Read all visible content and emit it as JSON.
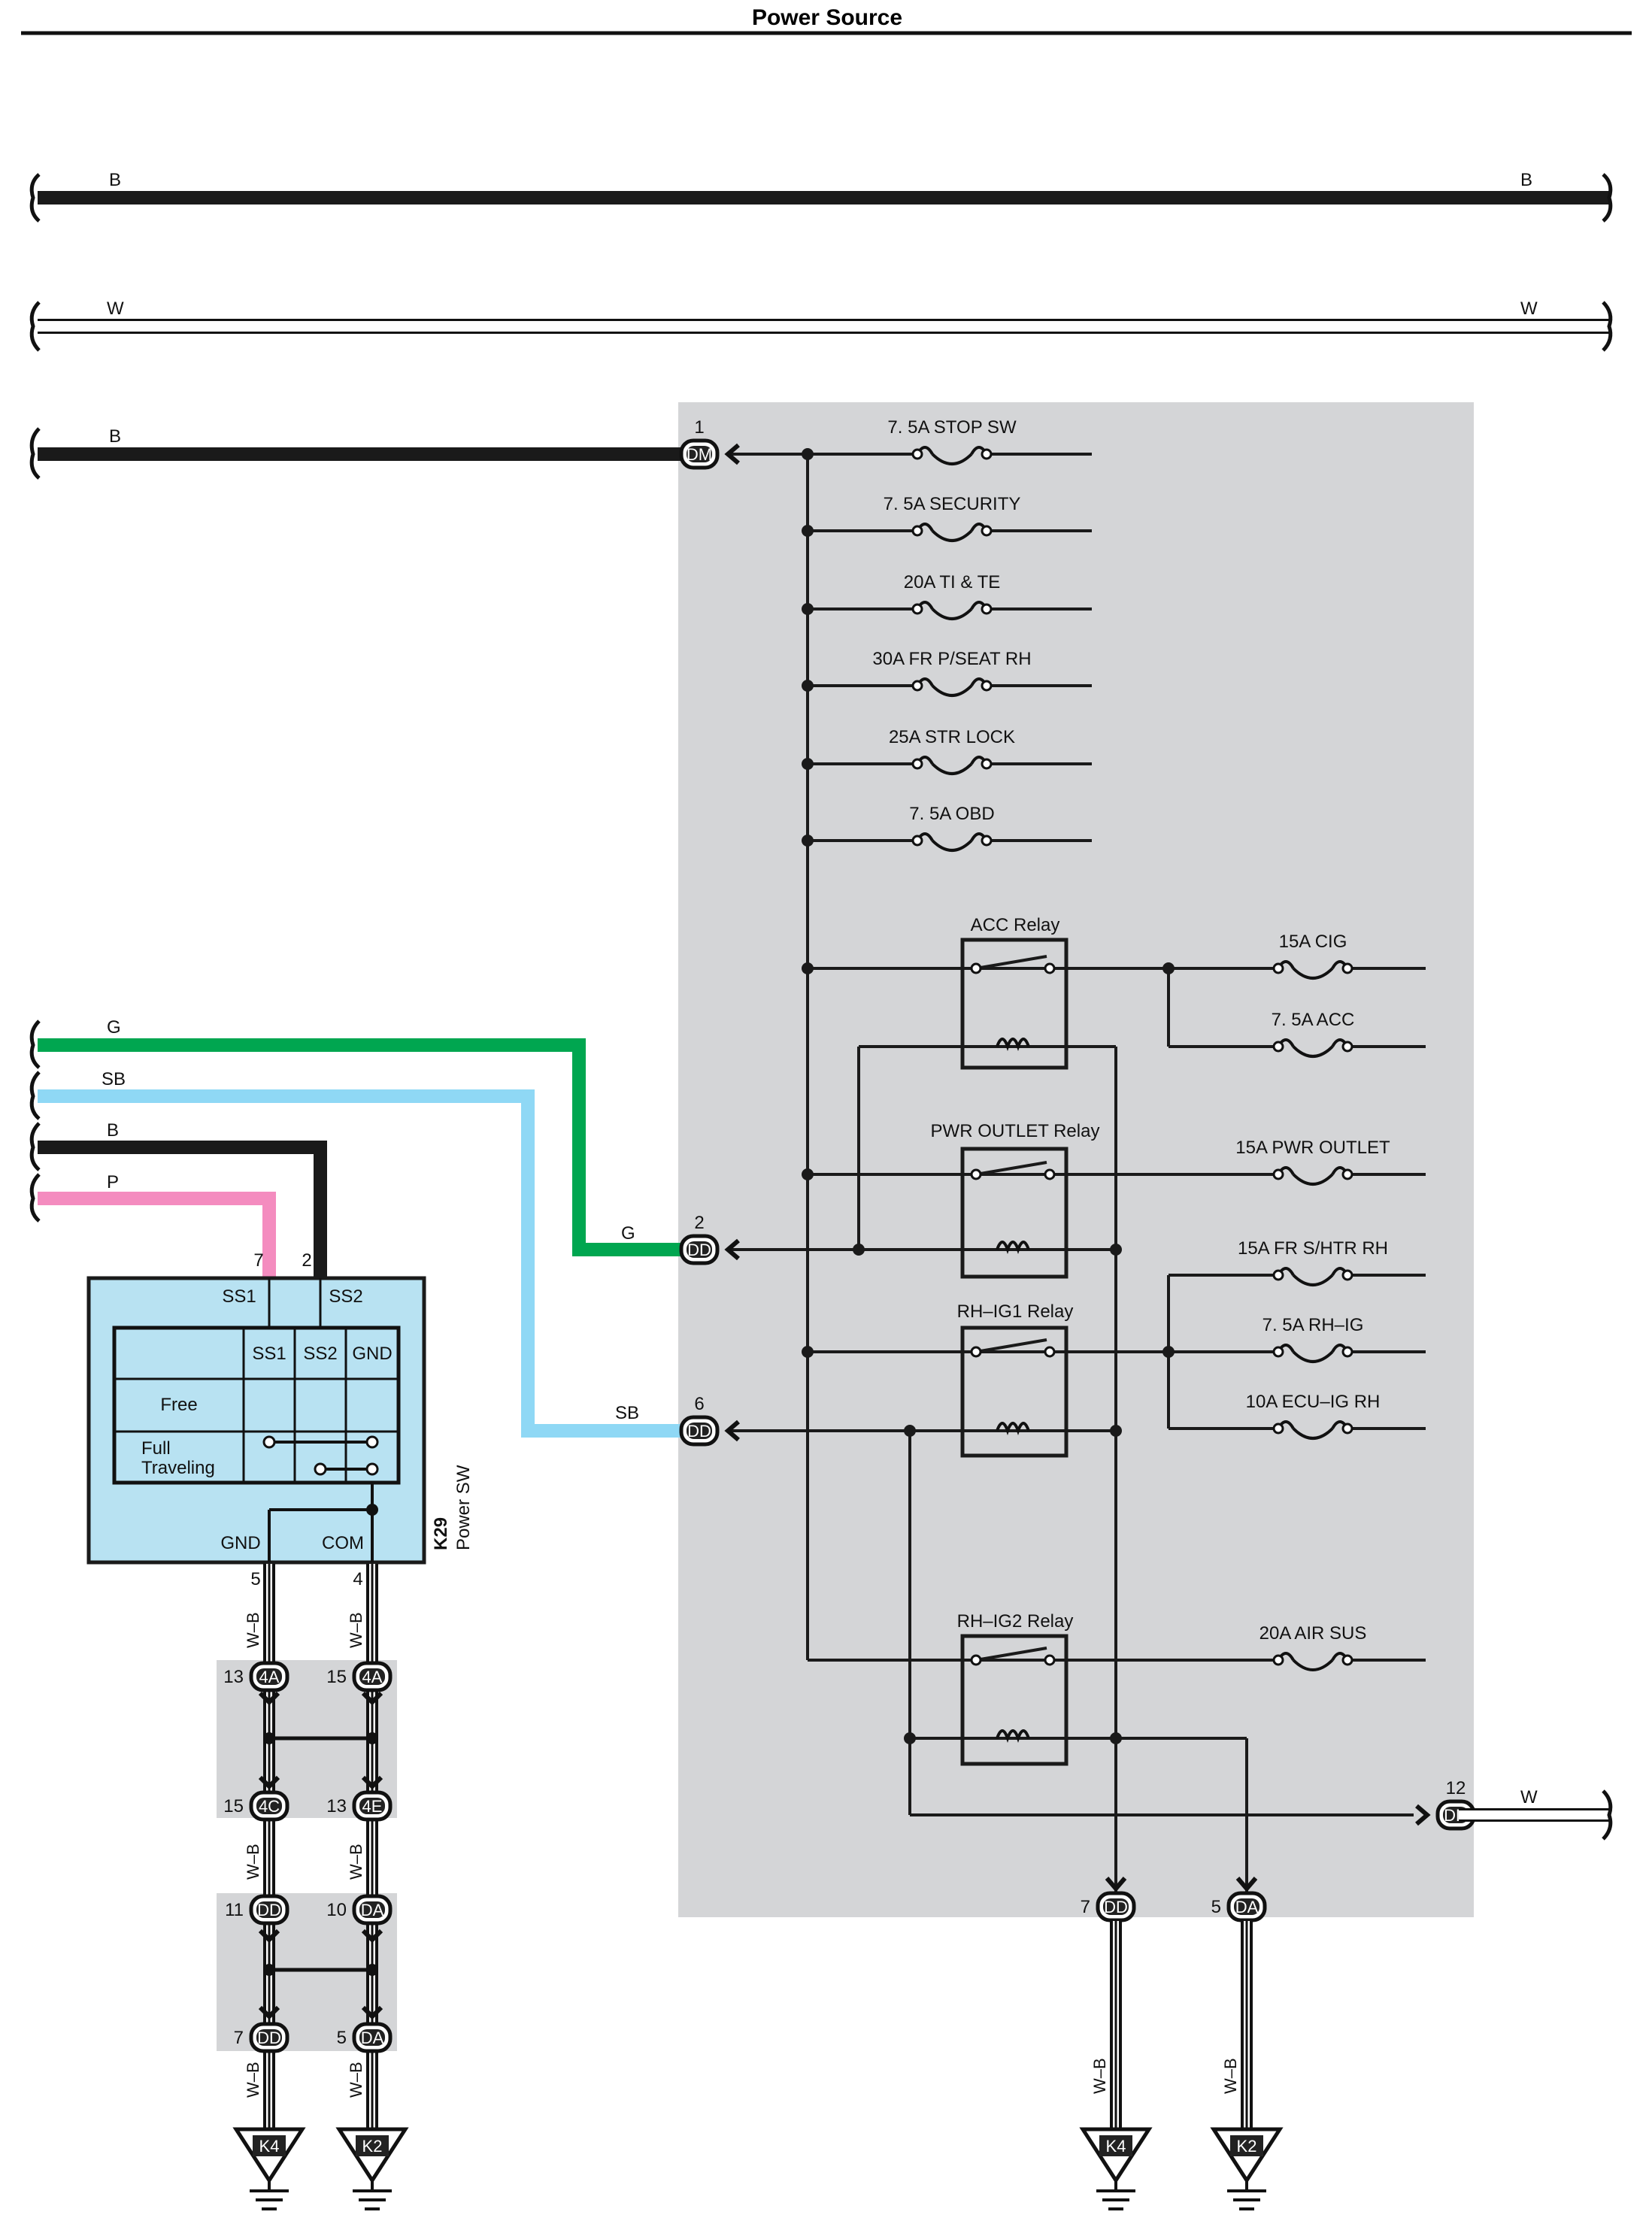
{
  "title": "Power Source",
  "colors": {
    "black": "#1a1a1a",
    "white_wire": "#ffffff",
    "green": "#00a650",
    "sky_blue": "#8fd8f5",
    "pink": "#f48cbf",
    "junction_block": "#d4d5d7",
    "switch_fill": "#b8e2f2"
  },
  "bus_wires": [
    {
      "left_label": "B",
      "right_label": "B"
    },
    {
      "left_label": "W",
      "right_label": "W"
    }
  ],
  "input_wires": {
    "b_main": "B",
    "g": "G",
    "sb": "SB",
    "b_switch": "B",
    "p": "P"
  },
  "connectors": {
    "dm1": {
      "code": "DM",
      "pin": "1"
    },
    "dd2": {
      "code": "DD",
      "pin": "2",
      "wire": "G"
    },
    "dd6": {
      "code": "DD",
      "pin": "6",
      "wire": "SB"
    },
    "dd12": {
      "code": "DD",
      "pin": "12",
      "wire": "W"
    },
    "dd7_bottom": {
      "code": "DD",
      "pin": "7"
    },
    "da5_bottom": {
      "code": "DA",
      "pin": "5"
    }
  },
  "fuses": [
    {
      "label": "7. 5A STOP SW"
    },
    {
      "label": "7. 5A SECURITY"
    },
    {
      "label": "20A TI & TE"
    },
    {
      "label": "30A FR P/SEAT RH"
    },
    {
      "label": "25A STR LOCK"
    },
    {
      "label": "7. 5A OBD"
    },
    {
      "label": "15A CIG"
    },
    {
      "label": "7. 5A ACC"
    },
    {
      "label": "15A PWR OUTLET"
    },
    {
      "label": "15A FR S/HTR RH"
    },
    {
      "label": "7. 5A RH–IG"
    },
    {
      "label": "10A ECU–IG RH"
    },
    {
      "label": "20A AIR SUS"
    }
  ],
  "relays": [
    {
      "label": "ACC Relay"
    },
    {
      "label": "PWR OUTLET Relay"
    },
    {
      "label": "RH–IG1 Relay"
    },
    {
      "label": "RH–IG2 Relay"
    }
  ],
  "power_switch": {
    "id": "K29",
    "name": "Power SW",
    "pin_ss1": "7",
    "pin_ss2": "2",
    "top_ss1": "SS1",
    "top_ss2": "SS2",
    "table_headers": [
      "SS1",
      "SS2",
      "GND"
    ],
    "row_free": "Free",
    "row_full_1": "Full",
    "row_full_2": "Traveling",
    "gnd_label": "GND",
    "com_label": "COM",
    "pin_gnd": "5",
    "pin_com": "4"
  },
  "ground_wire_label": "W–B",
  "splices": {
    "a_left": {
      "pin": "13",
      "code": "4A"
    },
    "a_right": {
      "pin": "15",
      "code": "4A"
    },
    "b_left": {
      "pin": "15",
      "code": "4C"
    },
    "b_right": {
      "pin": "13",
      "code": "4E"
    },
    "c_left": {
      "pin": "11",
      "code": "DD"
    },
    "c_right": {
      "pin": "10",
      "code": "DA"
    },
    "d_left": {
      "pin": "7",
      "code": "DD"
    },
    "d_right": {
      "pin": "5",
      "code": "DA"
    }
  },
  "grounds": [
    "K4",
    "K2",
    "K4",
    "K2"
  ]
}
